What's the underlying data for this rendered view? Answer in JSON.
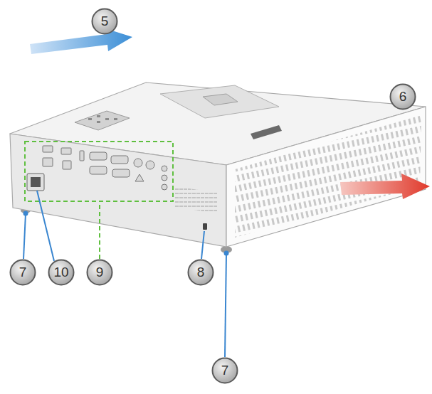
{
  "diagram": {
    "nodes": [
      {
        "text": [
          "5"
        ]
      },
      {
        "text": [
          "6"
        ]
      },
      {
        "text": [
          "7"
        ]
      },
      {
        "text": [
          "10"
        ]
      },
      {
        "text": [
          "9"
        ]
      },
      {
        "text": [
          "8"
        ]
      },
      {
        "text": [
          "7"
        ]
      }
    ]
  }
}
